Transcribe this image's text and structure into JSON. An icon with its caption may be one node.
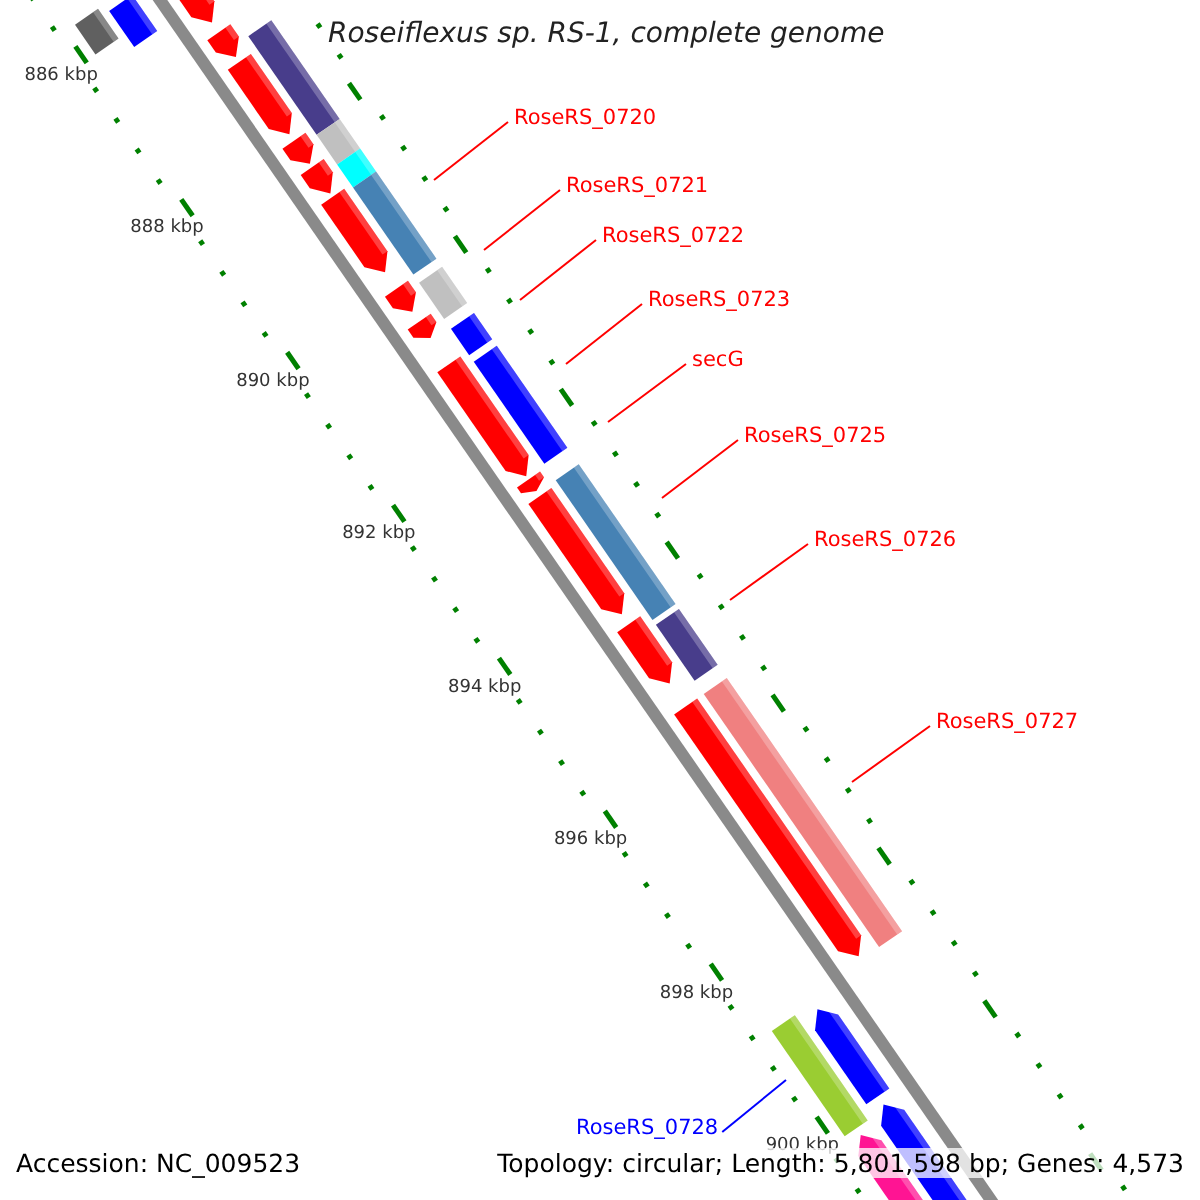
{
  "diagram": {
    "title": "Roseiflexus sp. RS-1, complete genome",
    "nodes": [
      {
        "text": [
          "RoseRS_0720"
        ]
      },
      {
        "text": [
          "RoseRS_0721"
        ]
      },
      {
        "text": [
          "RoseRS_0722"
        ]
      },
      {
        "text": [
          "RoseRS_0723"
        ]
      },
      {
        "text": [
          "secG"
        ]
      },
      {
        "text": [
          "RoseRS_0725"
        ]
      },
      {
        "text": [
          "RoseRS_0726"
        ]
      },
      {
        "text": [
          "RoseRS_0727"
        ]
      },
      {
        "text": [
          "RoseRS_0728"
        ]
      }
    ],
    "edges": [
      {
        "from": 0,
        "to": null,
        "arrow": "none",
        "color": "#ff0000"
      },
      {
        "from": 1,
        "to": null,
        "arrow": "none",
        "color": "#ff0000"
      },
      {
        "from": 2,
        "to": null,
        "arrow": "none",
        "color": "#ff0000"
      },
      {
        "from": 3,
        "to": null,
        "arrow": "none",
        "color": "#ff0000"
      },
      {
        "from": 4,
        "to": null,
        "arrow": "none",
        "color": "#ff0000"
      },
      {
        "from": 5,
        "to": null,
        "arrow": "none",
        "color": "#ff0000"
      },
      {
        "from": 6,
        "to": null,
        "arrow": "none",
        "color": "#ff0000"
      },
      {
        "from": 7,
        "to": null,
        "arrow": "none",
        "color": "#ff0000"
      },
      {
        "from": 8,
        "to": null,
        "arrow": "none",
        "color": "#0000ff"
      }
    ],
    "labels": [
      "886 kbp",
      "888 kbp",
      "890 kbp",
      "892 kbp",
      "894 kbp",
      "896 kbp",
      "898 kbp",
      "900 kbp",
      "Accession: NC_009523",
      "Topology: circular; Length: 5,801,598 bp; Genes: 4,573"
    ]
  }
}
